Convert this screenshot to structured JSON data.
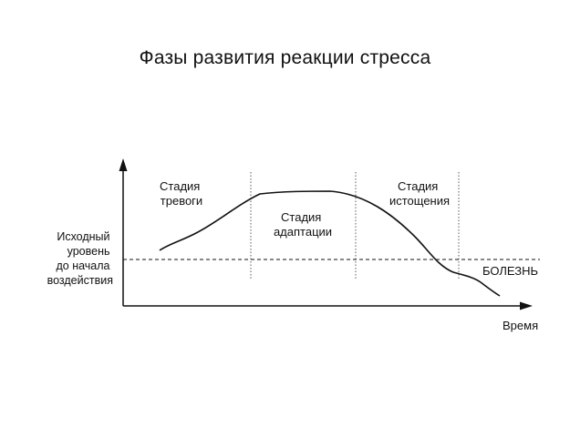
{
  "title": "Фазы развития реакции стресса",
  "baseline_label": [
    "Исходный",
    "уровень",
    "до начала",
    "воздействия"
  ],
  "x_axis_label": "Время",
  "illness_label": "БОЛЕЗНЬ",
  "stages": [
    {
      "lines": [
        "Стадия",
        "тревоги"
      ]
    },
    {
      "lines": [
        "Стадия",
        "адаптации"
      ]
    },
    {
      "lines": [
        "Стадия",
        "истощения"
      ]
    }
  ],
  "colors": {
    "ink": "#111111",
    "background": "#ffffff"
  }
}
